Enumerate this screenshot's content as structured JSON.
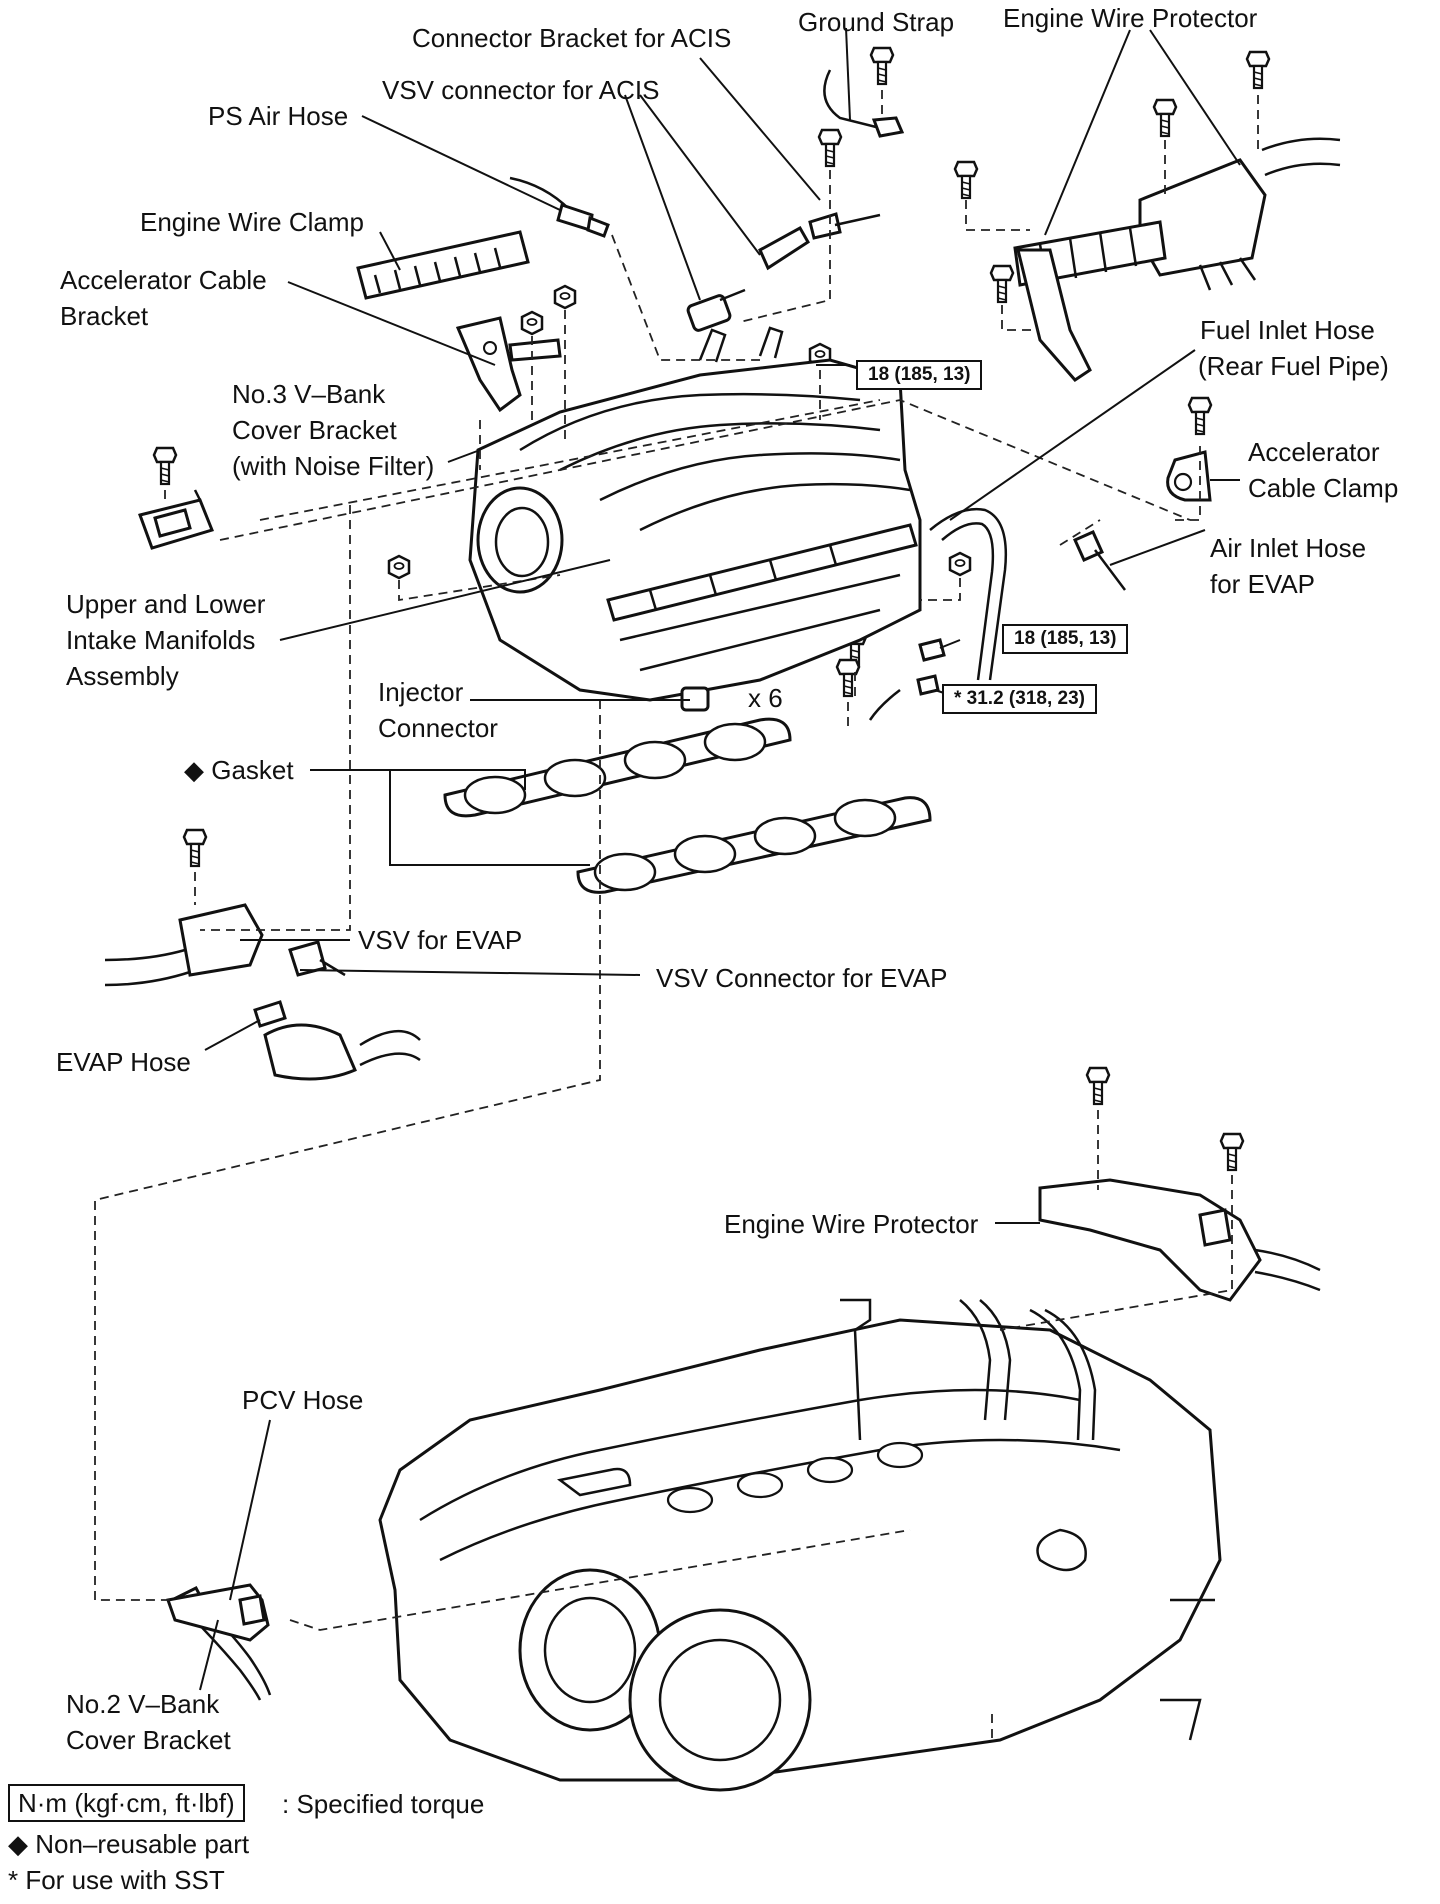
{
  "labels": {
    "connector_bracket_acis": "Connector Bracket for ACIS",
    "ground_strap": "Ground Strap",
    "engine_wire_protector_top": "Engine Wire Protector",
    "vsv_connector_acis": "VSV connector for ACIS",
    "ps_air_hose": "PS Air Hose",
    "engine_wire_clamp": "Engine Wire Clamp",
    "accelerator_cable_bracket_1": "Accelerator Cable",
    "accelerator_cable_bracket_2": "Bracket",
    "fuel_inlet_hose_1": "Fuel Inlet Hose",
    "fuel_inlet_hose_2": "(Rear Fuel Pipe)",
    "no3_vbank_1": "No.3 V–Bank",
    "no3_vbank_2": "Cover Bracket",
    "no3_vbank_3": "(with Noise Filter)",
    "accelerator_cable_clamp_1": "Accelerator",
    "accelerator_cable_clamp_2": "Cable Clamp",
    "air_inlet_hose_1": "Air Inlet Hose",
    "air_inlet_hose_2": "for EVAP",
    "manifold_1": "Upper and Lower",
    "manifold_2": "Intake Manifolds",
    "manifold_3": "Assembly",
    "injector_connector_1": "Injector",
    "injector_connector_2": "Connector",
    "times_six": "x 6",
    "gasket": "◆ Gasket",
    "vsv_evap": "VSV for EVAP",
    "vsv_connector_evap": "VSV Connector for EVAP",
    "evap_hose": "EVAP Hose",
    "engine_wire_protector_bottom": "Engine Wire Protector",
    "pcv_hose": "PCV Hose",
    "no2_vbank_1": "No.2 V–Bank",
    "no2_vbank_2": "Cover Bracket"
  },
  "torques": {
    "t1": "18 (185, 13)",
    "t2": "18 (185, 13)",
    "t3": "* 31.2 (318, 23)"
  },
  "legend": {
    "unit_box": "N·m (kgf·cm, ft·lbf)",
    "unit_desc": ": Specified torque",
    "non_reusable": "◆ Non–reusable part",
    "sst": "* For use with SST"
  }
}
